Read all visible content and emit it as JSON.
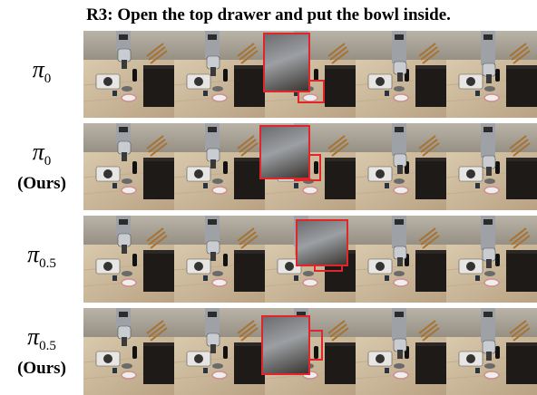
{
  "title": "R3: Open the top drawer and put the bowl inside.",
  "rows": [
    {
      "symbol": "π",
      "subscript": "0",
      "suffix": ""
    },
    {
      "symbol": "π",
      "subscript": "0",
      "suffix": "(Ours)"
    },
    {
      "symbol": "π",
      "subscript": "0.5",
      "suffix": ""
    },
    {
      "symbol": "π",
      "subscript": "0.5",
      "suffix": "(Ours)"
    }
  ],
  "colors": {
    "highlight": "#e0262a",
    "floor": "#c9b79b",
    "cabinet": "#1e1a18"
  }
}
